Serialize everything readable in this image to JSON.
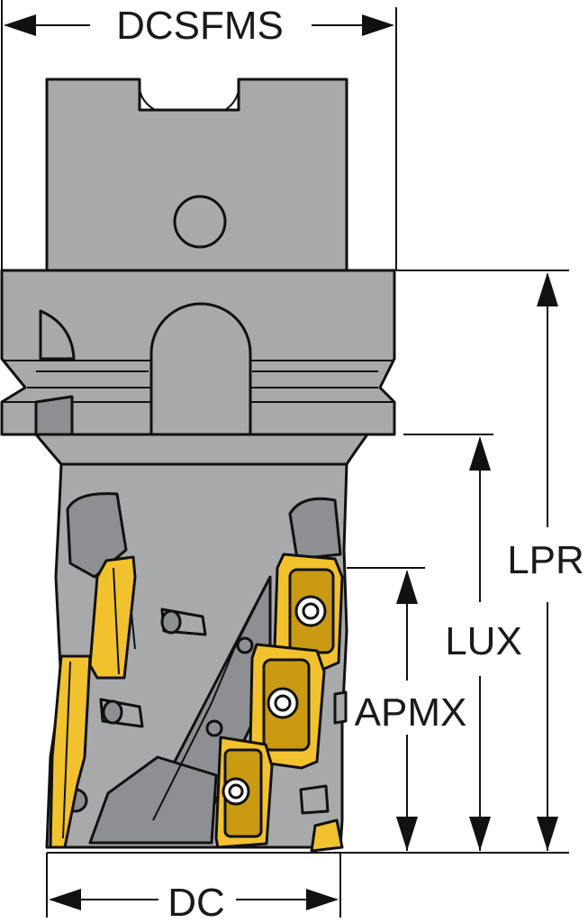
{
  "colors": {
    "body": "#a8a9ab",
    "body_dark": "#8e8f92",
    "insert": "#f2c22e",
    "insert_dark": "#c99a12",
    "line": "#111111"
  },
  "dimensions": {
    "top_width": "DCSFMS",
    "overall_length": "LPR",
    "usable_length": "LUX",
    "cut_depth": "APMX",
    "cut_diameter": "DC"
  }
}
